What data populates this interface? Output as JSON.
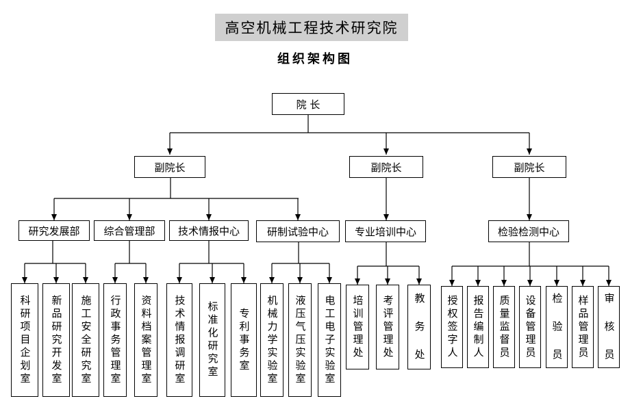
{
  "title": "高空机械工程技术研究院",
  "subtitle": "组织架构图",
  "root": "院   长",
  "vice": [
    "副院长",
    "副院长",
    "副院长"
  ],
  "departments": [
    {
      "name": "研究发展部",
      "units": [
        "科研项目企划室",
        "新品研究开发室",
        "施工安全研究室"
      ]
    },
    {
      "name": "综合管理部",
      "units": [
        "行政事务管理室",
        "资料档案管理室"
      ]
    },
    {
      "name": "技术情报中心",
      "units": [
        "技术情报调研室",
        "标准化研究室",
        "专利事务室"
      ]
    },
    {
      "name": "研制试验中心",
      "units": [
        "机械力学实验室",
        "液压气压实验室",
        "电工电子实验室"
      ]
    },
    {
      "name": "专业培训中心",
      "units": [
        "培训管理处",
        "考评管理处",
        "教  务  处"
      ]
    },
    {
      "name": "检验检测中心",
      "units": [
        "授权签字人",
        "报告编制人",
        "质量监督员",
        "设备管理员",
        "检  验  员",
        "样品管理员",
        "审  核  员"
      ]
    }
  ]
}
